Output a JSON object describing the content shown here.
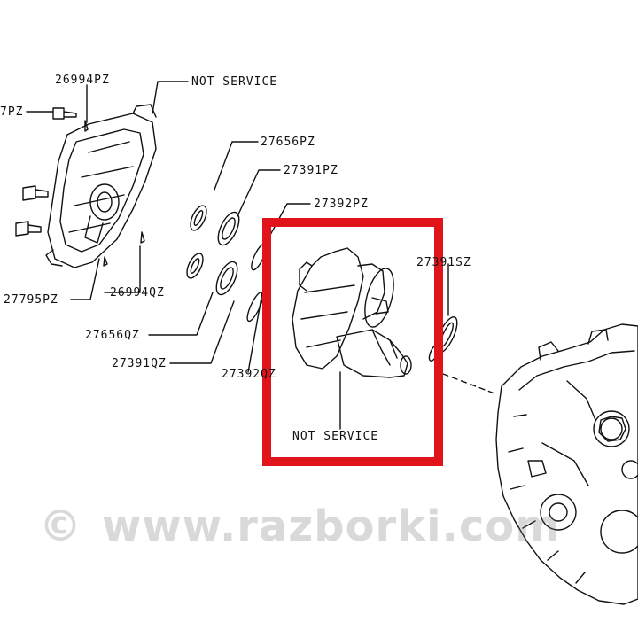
{
  "labels": {
    "l26994pz": "26994PZ",
    "l7pz": "7PZ",
    "not_service_top": "NOT SERVICE",
    "l27656pz": "27656PZ",
    "l27391pz": "27391PZ",
    "l27392pz": "27392PZ",
    "l27391sz": "27391SZ",
    "l26994qz": "26994QZ",
    "l27795pz": "27795PZ",
    "l27656qz": "27656QZ",
    "l27391qz": "27391QZ",
    "l27392qz": "27392QZ",
    "not_service_box": "NOT SERVICE"
  },
  "watermark": {
    "copyright": "©",
    "site": "www.razborki.com"
  },
  "colors": {
    "highlight": "#e2141b",
    "line": "#111111"
  }
}
